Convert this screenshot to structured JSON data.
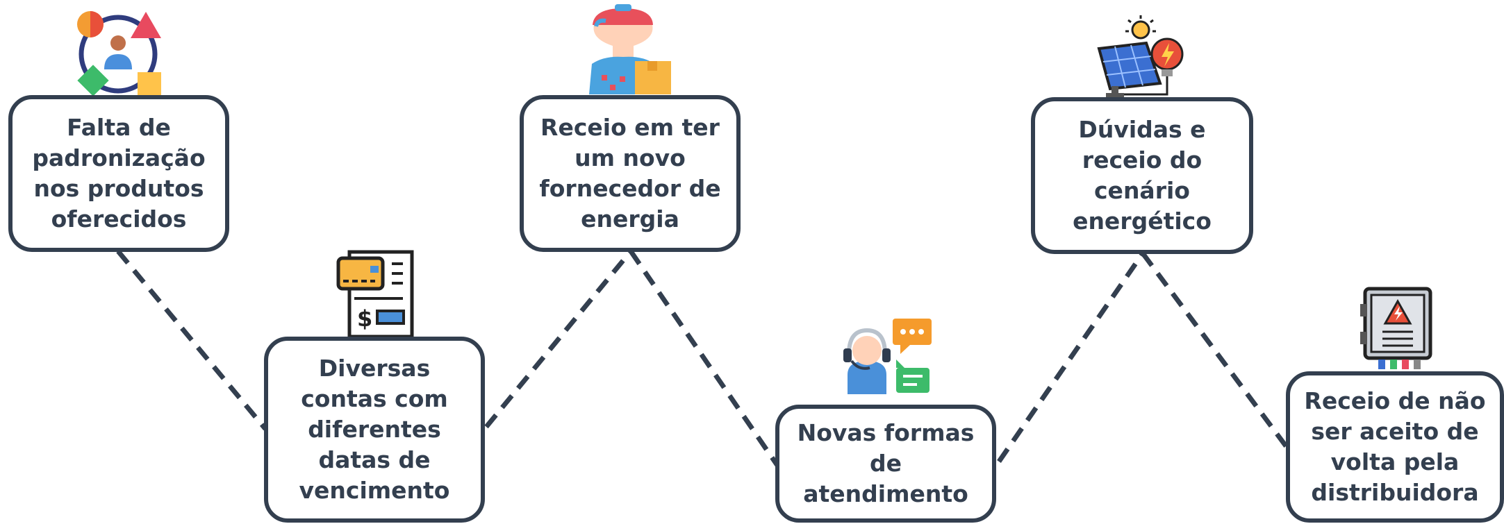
{
  "steps": [
    {
      "text": "Falta de\npadronização\nnos produtos\noferecidos",
      "icon": "people-shapes-icon"
    },
    {
      "text": "Diversas\ncontas com\ndiferentes\ndatas de\nvencimento",
      "icon": "invoice-card-icon"
    },
    {
      "text": "Receio em ter\num novo\nfornecedor de\nenergia",
      "icon": "delivery-person-icon"
    },
    {
      "text": "Novas formas\nde\natendimento",
      "icon": "customer-support-icon"
    },
    {
      "text": "Dúvidas e\nreceio do\ncenário\nenergético",
      "icon": "solar-energy-icon"
    },
    {
      "text": "Receio de não\nser aceito de\nvolta pela\ndistribuidora",
      "icon": "electric-panel-icon"
    }
  ],
  "colors": {
    "border": "#333f4f",
    "text": "#333f4f",
    "connector": "#333f4f"
  }
}
